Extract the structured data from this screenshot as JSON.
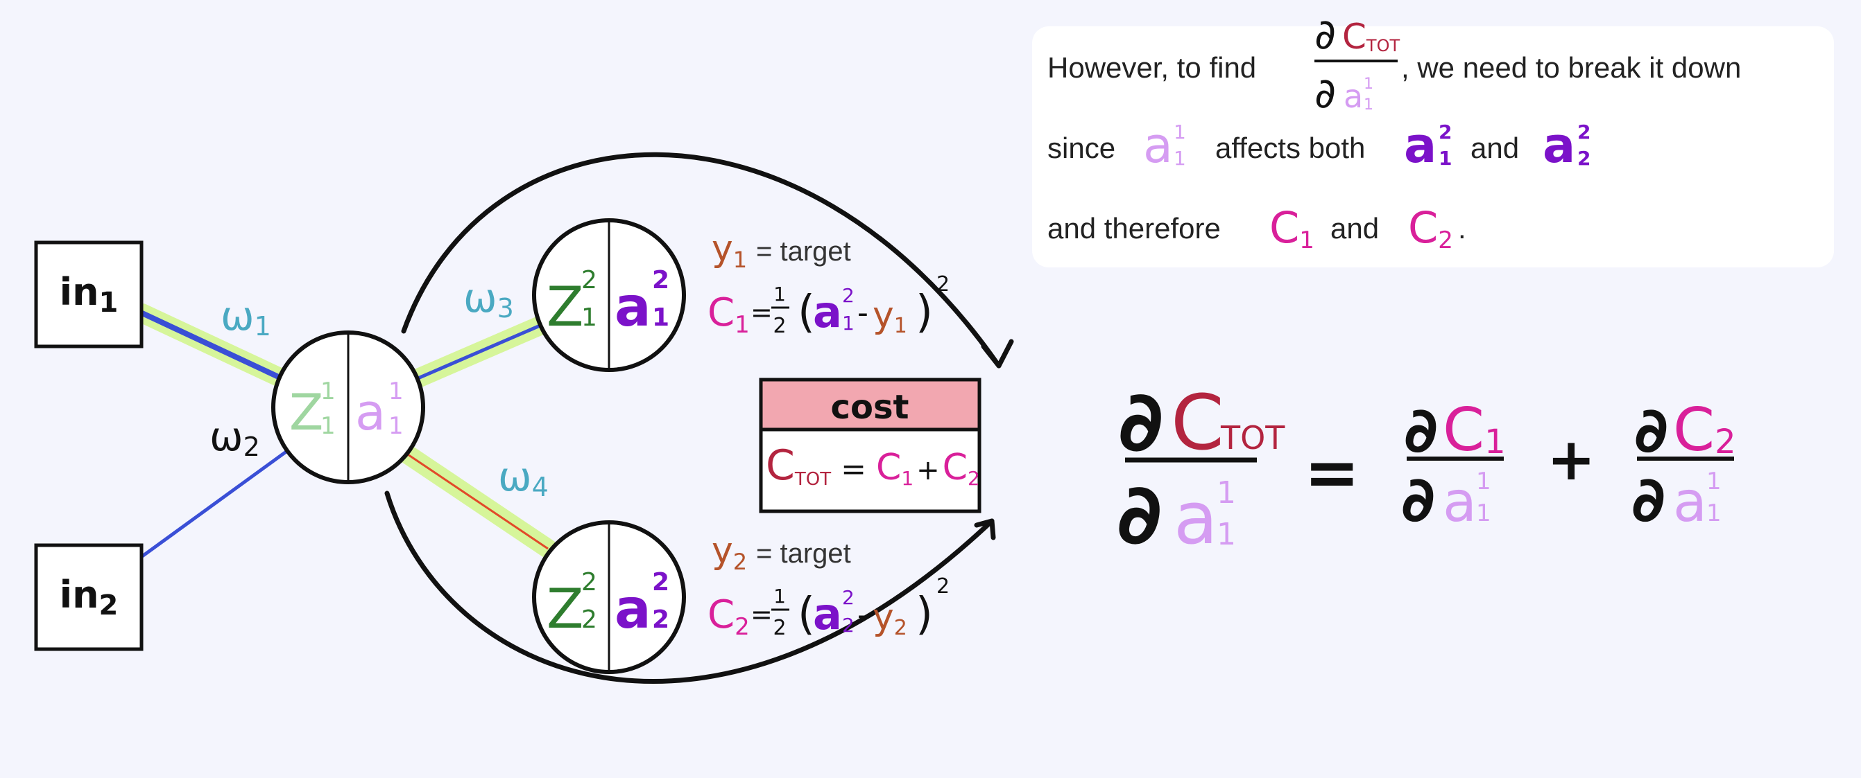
{
  "colors": {
    "background": "#f4f5fd",
    "ink": "#111111",
    "green_z": "#2e7d2e",
    "light_green_z": "#9fd6a0",
    "purple_a": "#7b12c9",
    "light_purple_a": "#d59cf2",
    "teal_w": "#4aa9c2",
    "magenta_c": "#d9209a",
    "red_ctot": "#b3243f",
    "brown_y": "#b5532a",
    "highlight": "#d6f59a",
    "blue_edge": "#3a4fd6",
    "red_edge": "#e24a2a",
    "cost_header": "#f2a7b0"
  },
  "inputs": {
    "in1_base": "in",
    "in1_sub": "1",
    "in2_base": "in",
    "in2_sub": "2"
  },
  "weights": {
    "w1_base": "ω",
    "w1_sub": "1",
    "w2_base": "ω",
    "w2_sub": "2",
    "w3_base": "ω",
    "w3_sub": "3",
    "w4_base": "ω",
    "w4_sub": "4"
  },
  "neurons": {
    "hidden": {
      "z": "Z",
      "z_sup": "1",
      "z_sub": "1",
      "a": "a",
      "a_sup": "1",
      "a_sub": "1"
    },
    "out1": {
      "z": "Z",
      "z_sup": "2",
      "z_sub": "1",
      "a": "a",
      "a_sup": "2",
      "a_sub": "1"
    },
    "out2": {
      "z": "Z",
      "z_sup": "2",
      "z_sub": "2",
      "a": "a",
      "a_sup": "2",
      "a_sub": "2"
    }
  },
  "target1": {
    "y": "y",
    "y_sub": "1",
    "eq": "= target"
  },
  "target2": {
    "y": "y",
    "y_sub": "2",
    "eq": "= target"
  },
  "cost1": {
    "c": "C",
    "c_sub": "1",
    "eq": "=",
    "half_num": "1",
    "half_den": "2",
    "open": "(",
    "a": "a",
    "a_sup": "2",
    "a_sub": "1",
    "minus": "-",
    "y": "y",
    "y_sub": "1",
    "close": ")",
    "pow": "2"
  },
  "cost2": {
    "c": "C",
    "c_sub": "2",
    "eq": "=",
    "half_num": "1",
    "half_den": "2",
    "open": "(",
    "a": "a",
    "a_sup": "2",
    "a_sub": "2",
    "minus": "-",
    "y": "y",
    "y_sub": "2",
    "close": ")",
    "pow": "2"
  },
  "cost_box": {
    "header": "cost",
    "ctot": "C",
    "ctot_sub": "TOT",
    "eq": "=",
    "c1": "C",
    "c1_sub": "1",
    "plus": "+",
    "c2": "C",
    "c2_sub": "2"
  },
  "note": {
    "line1_before": "However, to find",
    "line1_after": ", we need to break it down",
    "line2_since": "since",
    "line2_affects": "affects both",
    "line2_and": "and",
    "line3_before": "and therefore",
    "line3_and": "and",
    "line3_end": ".",
    "partial": "∂",
    "c": "C",
    "c_sub": "TOT",
    "a": "a",
    "a_sup": "1",
    "a_sub": "1",
    "a2": "a",
    "a2_sup": "2",
    "a2_sub1": "1",
    "a2_sub2": "2",
    "c1": "C",
    "c1_sub": "1",
    "c2": "C",
    "c2_sub": "2"
  },
  "equation": {
    "partial": "∂",
    "lhs_c": "C",
    "lhs_c_sub": "TOT",
    "den_a": "a",
    "den_sup": "1",
    "den_sub": "1",
    "equals": "=",
    "t1_c": "C",
    "t1_sub": "1",
    "plus": "+",
    "t2_c": "C",
    "t2_sub": "2"
  }
}
